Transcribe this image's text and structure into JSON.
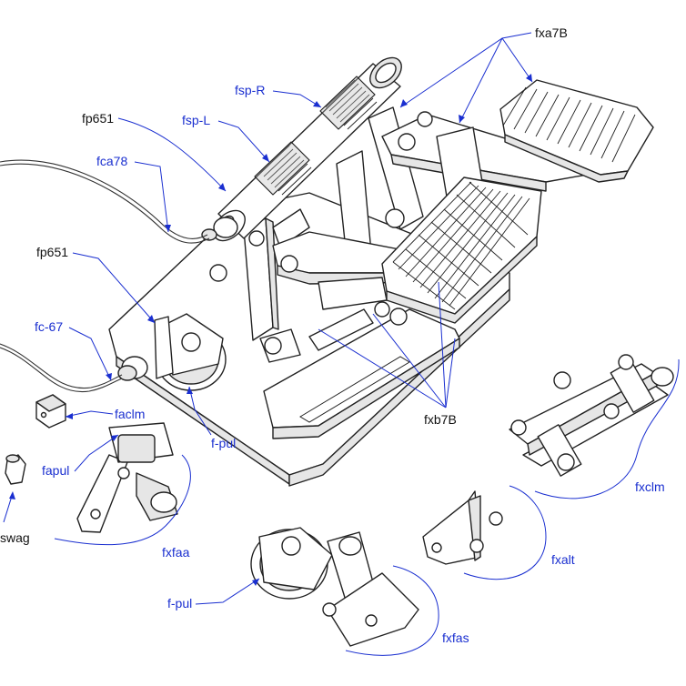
{
  "labels": {
    "fxa7B": "fxa7B",
    "fsp_R": "fsp-R",
    "fsp_L": "fsp-L",
    "fp651_top": "fp651",
    "fca78": "fca78",
    "fp651_mid": "fp651",
    "fc_67": "fc-67",
    "faclm": "faclm",
    "fapul": "fapul",
    "swag": "swag",
    "fxfaa": "fxfaa",
    "f_pul_mid": "f-pul",
    "fxb7B": "fxb7B",
    "fxclm": "fxclm",
    "fxalt": "fxalt",
    "f_pul_bottom": "f-pul",
    "fxfas": "fxfas"
  },
  "colors": {
    "label_blue": "#1a2fd0",
    "label_black": "#111111",
    "line": "#222222"
  }
}
